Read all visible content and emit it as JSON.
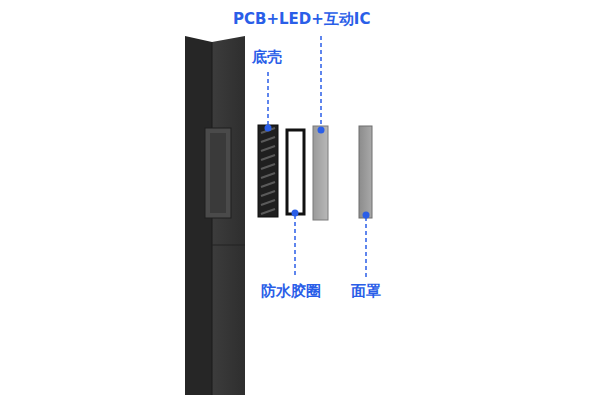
{
  "diagram": {
    "labels": [
      "PCB+LED+互动IC",
      "底壳",
      "防水胶圈",
      "面罩"
    ]
  }
}
